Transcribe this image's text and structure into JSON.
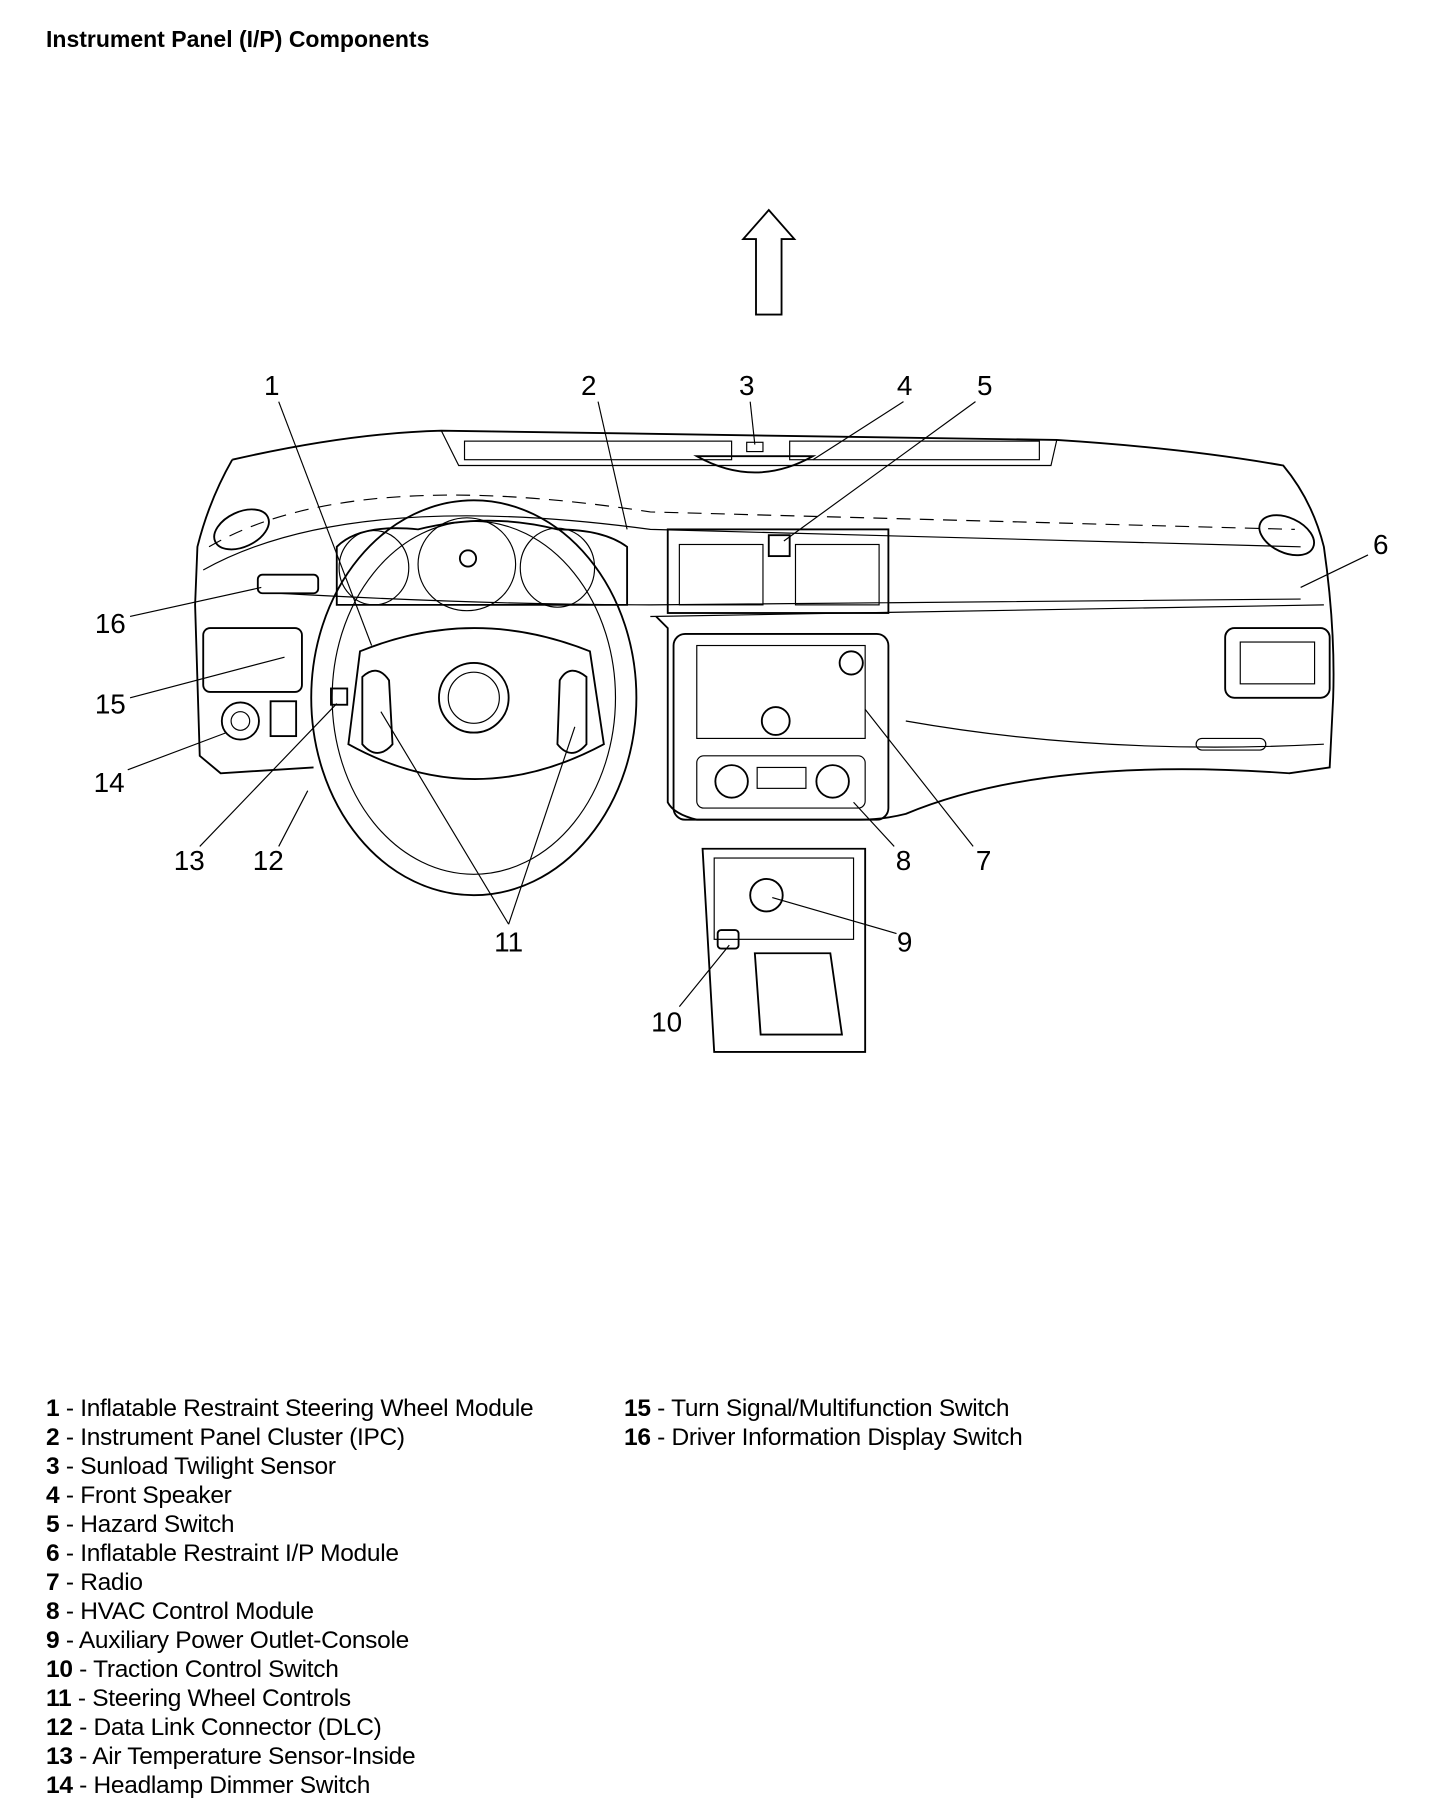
{
  "title": "Instrument Panel (I/P) Components",
  "callouts": [
    "1",
    "2",
    "3",
    "4",
    "5",
    "6",
    "7",
    "8",
    "9",
    "10",
    "11",
    "12",
    "13",
    "14",
    "15",
    "16"
  ],
  "legend": [
    {
      "num": "1",
      "label": "Inflatable Restraint Steering Wheel Module"
    },
    {
      "num": "2",
      "label": "Instrument Panel Cluster (IPC)"
    },
    {
      "num": "3",
      "label": "Sunload Twilight Sensor"
    },
    {
      "num": "4",
      "label": "Front Speaker"
    },
    {
      "num": "5",
      "label": "Hazard Switch"
    },
    {
      "num": "6",
      "label": "Inflatable Restraint I/P Module"
    },
    {
      "num": "7",
      "label": "Radio"
    },
    {
      "num": "8",
      "label": "HVAC Control Module"
    },
    {
      "num": "9",
      "label": "Auxiliary Power Outlet-Console"
    },
    {
      "num": "10",
      "label": "Traction Control Switch"
    },
    {
      "num": "11",
      "label": "Steering Wheel Controls"
    },
    {
      "num": "12",
      "label": "Data Link Connector (DLC)"
    },
    {
      "num": "13",
      "label": "Air Temperature Sensor-Inside"
    },
    {
      "num": "14",
      "label": "Headlamp Dimmer Switch"
    },
    {
      "num": "15",
      "label": "Turn Signal/Multifunction Switch"
    },
    {
      "num": "16",
      "label": "Driver Information Display Switch"
    }
  ],
  "separator": " - "
}
